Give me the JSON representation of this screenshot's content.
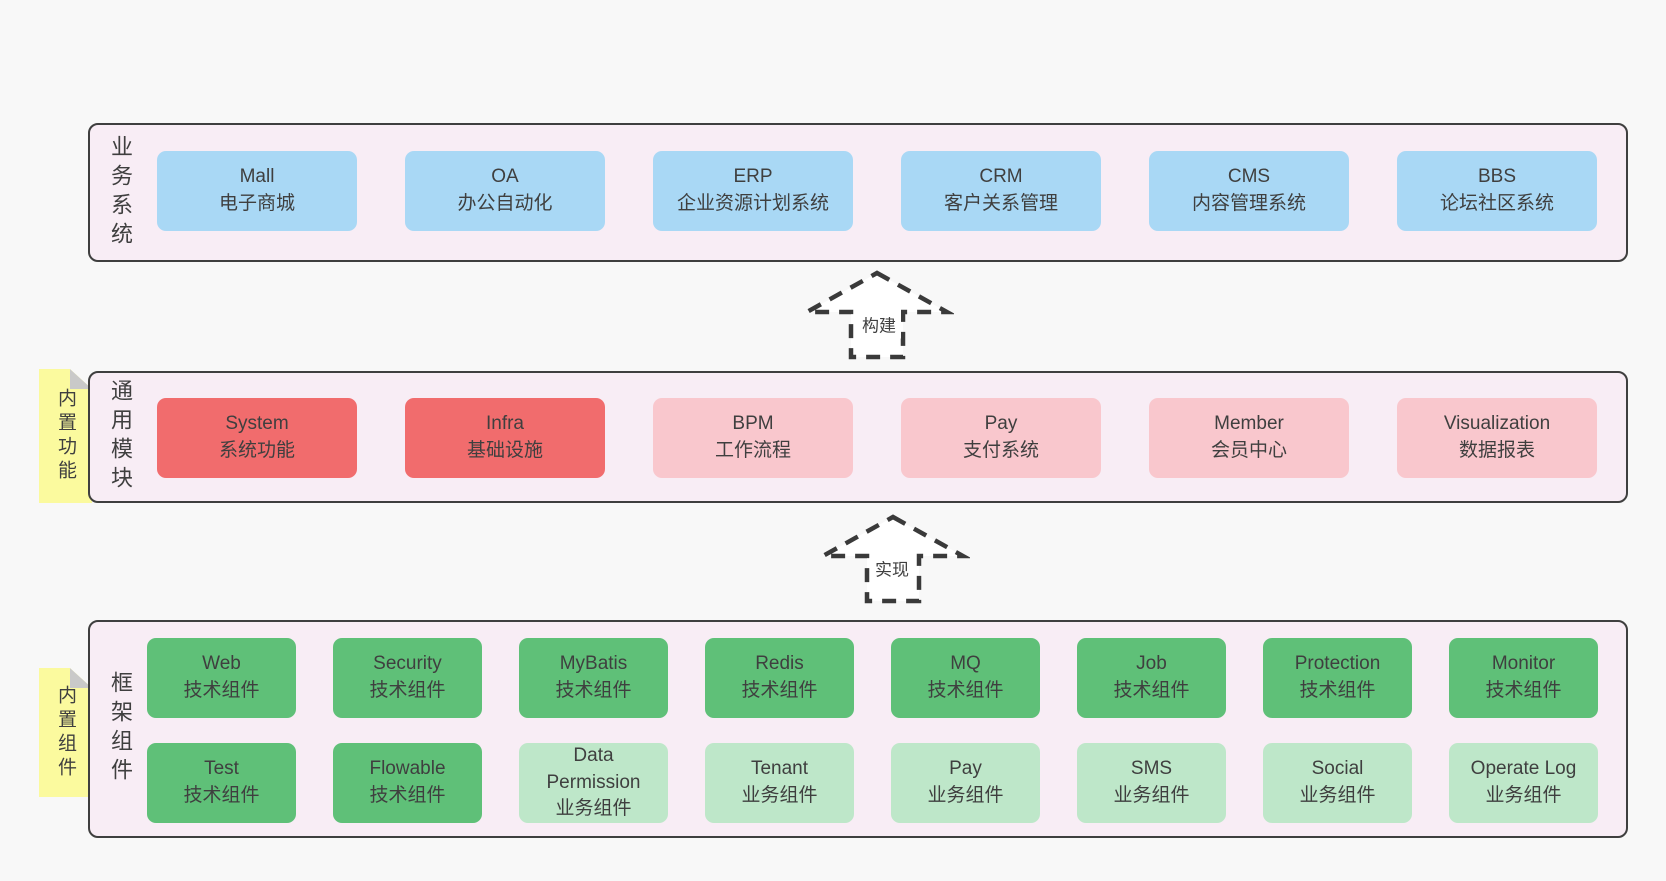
{
  "colors": {
    "page_bg": "#f8f8f8",
    "panel_bg": "#f8edf5",
    "panel_border": "#3f3f3f",
    "blue": "#a9d8f5",
    "red": "#f16c6d",
    "pink": "#f9c7cd",
    "green": "#5fc078",
    "green_light": "#bee7c9",
    "yellow": "#fbfa9e",
    "fold": "#c9c9c9",
    "text": "#3f3f3f",
    "dash": "#3a3a3a"
  },
  "arrows": [
    {
      "label": "构建"
    },
    {
      "label": "实现"
    }
  ],
  "sections": [
    {
      "side_label": "业务系统",
      "note": "",
      "rows": [
        [
          {
            "en": "Mall",
            "zh": "电子商城",
            "type": "blue"
          },
          {
            "en": "OA",
            "zh": "办公自动化",
            "type": "blue"
          },
          {
            "en": "ERP",
            "zh": "企业资源计划系统",
            "type": "blue"
          },
          {
            "en": "CRM",
            "zh": "客户关系管理",
            "type": "blue"
          },
          {
            "en": "CMS",
            "zh": "内容管理系统",
            "type": "blue"
          },
          {
            "en": "BBS",
            "zh": "论坛社区系统",
            "type": "blue"
          }
        ]
      ]
    },
    {
      "side_label": "通用模块",
      "note": "内置功能",
      "rows": [
        [
          {
            "en": "System",
            "zh": "系统功能",
            "type": "red"
          },
          {
            "en": "Infra",
            "zh": "基础设施",
            "type": "red"
          },
          {
            "en": "BPM",
            "zh": "工作流程",
            "type": "pink"
          },
          {
            "en": "Pay",
            "zh": "支付系统",
            "type": "pink"
          },
          {
            "en": "Member",
            "zh": "会员中心",
            "type": "pink"
          },
          {
            "en": "Visualization",
            "zh": "数据报表",
            "type": "pink"
          }
        ]
      ]
    },
    {
      "side_label": "框架组件",
      "note": "内置组件",
      "rows": [
        [
          {
            "en": "Web",
            "zh": "技术组件",
            "type": "green"
          },
          {
            "en": "Security",
            "zh": "技术组件",
            "type": "green"
          },
          {
            "en": "MyBatis",
            "zh": "技术组件",
            "type": "green"
          },
          {
            "en": "Redis",
            "zh": "技术组件",
            "type": "green"
          },
          {
            "en": "MQ",
            "zh": "技术组件",
            "type": "green"
          },
          {
            "en": "Job",
            "zh": "技术组件",
            "type": "green"
          },
          {
            "en": "Protection",
            "zh": "技术组件",
            "type": "green"
          },
          {
            "en": "Monitor",
            "zh": "技术组件",
            "type": "green"
          }
        ],
        [
          {
            "en": "Test",
            "zh": "技术组件",
            "type": "green"
          },
          {
            "en": "Flowable",
            "zh": "技术组件",
            "type": "green"
          },
          {
            "en": "Data Permission",
            "zh": "业务组件",
            "type": "green-light"
          },
          {
            "en": "Tenant",
            "zh": "业务组件",
            "type": "green-light"
          },
          {
            "en": "Pay",
            "zh": "业务组件",
            "type": "green-light"
          },
          {
            "en": "SMS",
            "zh": "业务组件",
            "type": "green-light"
          },
          {
            "en": "Social",
            "zh": "业务组件",
            "type": "green-light"
          },
          {
            "en": "Operate Log",
            "zh": "业务组件",
            "type": "green-light"
          }
        ]
      ]
    }
  ]
}
